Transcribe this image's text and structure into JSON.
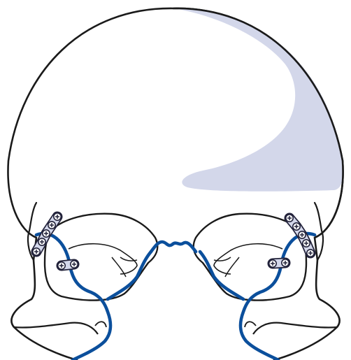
{
  "diagram": {
    "subject": "skull-front-view-with-fracture-lines-and-fixation-plates",
    "colors": {
      "background": "#ffffff",
      "outline": "#1a1a1a",
      "fracture_line": "#0b4f9c",
      "shading": "#d3d7ea",
      "plate_fill": "#d3d7ea",
      "plate_stroke": "#22223a",
      "screw_fill": "#ffffff"
    },
    "plates": [
      {
        "id": "right-lateral-orbital-rim-plate",
        "screws": 5
      },
      {
        "id": "left-lateral-orbital-rim-plate",
        "screws": 5
      },
      {
        "id": "right-infraorbital-plate",
        "screws": 2
      },
      {
        "id": "left-infraorbital-plate",
        "screws": 2
      }
    ]
  }
}
